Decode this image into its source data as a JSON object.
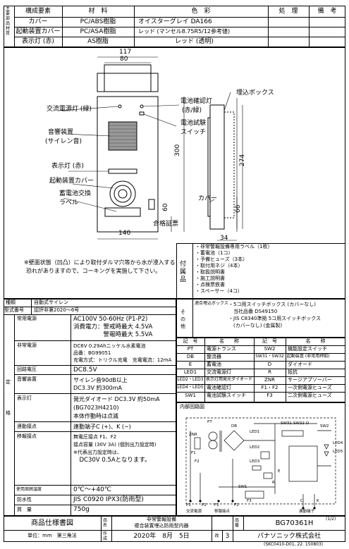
{
  "side_label": "主要部品材質",
  "materials": {
    "headers": [
      "構成要素",
      "材　料",
      "色　彩",
      "処　理",
      "備　考"
    ],
    "rows": [
      {
        "part": "カバー",
        "material": "PC/ABS樹脂",
        "color": "オイスターグレイ DA166"
      },
      {
        "part": "起動装置カバー",
        "material": "PC/ASA樹脂",
        "color": "レッド (マンセル8.75R5/12参考値)"
      },
      {
        "part": "表示灯 (赤)",
        "material": "AS樹脂",
        "color": "レッド (透明)"
      }
    ]
  },
  "drawing": {
    "dims": {
      "d117": "117",
      "d80": "80",
      "d300": "300",
      "d140": "140",
      "d60": "60",
      "d274": "274",
      "d66": "66",
      "d34": "34"
    },
    "labels": {
      "ac_lamp": "交流電源灯 (緑)",
      "speaker_1": "音響装置",
      "speaker_2": "(サイレン音)",
      "indicator": "表示灯 (赤)",
      "start_cover": "起動装置カバー",
      "battery_label_1": "蓄電池交換",
      "battery_label_2": "ラベル",
      "cert": "合格証票",
      "batt_check_1": "電池確認灯",
      "batt_check_2": "(赤/緑)",
      "batt_test_1": "電池試験",
      "batt_test_2": "スイッチ",
      "embed_box": "埋込ボックス",
      "cover": "カバー"
    },
    "note_1": "※壁面状態（凹凸）により取付ダルマ穴等から水が浸入する",
    "note_2": "恐れがありますので、コーキングを実施して下さい。"
  },
  "accessories": {
    "title": "付属品",
    "items": [
      "非常警報設備専用ラベル（1枚）",
      "蓄電池（1コ）",
      "予備ヒューズ（3本）",
      "取付用ネジ（4本）",
      "取扱説明書",
      "施工説明書",
      "点検票鉄書",
      "スペーサー（4コ）"
    ]
  },
  "spec": {
    "type_label": "種類",
    "type_value": "自動式サイレン",
    "cert_label": "型式番号",
    "cert_value": "認評非第2020～6号",
    "side": "定　格",
    "rows": [
      {
        "label": "常用電源",
        "lines": [
          "AC100V 50-60Hz (P1-P2)",
          "消費電力：警戒時最大 4.5VA",
          "　　　　　警報時最大 5.5VA"
        ]
      },
      {
        "label": "非常電源",
        "lines": [
          "DC6V 0.29Ahニッケル水素電池",
          "品番：BG99051",
          "充電方式：トリクル充電　充電電流：12mA"
        ]
      },
      {
        "label": "回路電圧",
        "lines": [
          "DC8.5V"
        ]
      },
      {
        "label": "音響装置",
        "lines": [
          "サイレン音90dB以上",
          "DC3.3V 約300mA"
        ]
      },
      {
        "label": "表示灯",
        "lines": [
          "発光ダイオード DC3.3V 約50mA",
          "(BG7023H4210)",
          "本体作動時は点滅"
        ]
      },
      {
        "label": "連動接点",
        "lines": [
          "連動端子C (+)、K (−)"
        ]
      },
      {
        "label": "移報接点",
        "lines": [
          "無電圧接点 F1、F2",
          "接点容量 (30V 3A) (個別出力設定時)",
          "※代表出力設定時は、",
          "　DC30V 0.5Aとなります。"
        ]
      },
      {
        "label": "使用周囲温度",
        "lines": [
          "0℃～+40℃"
        ]
      },
      {
        "label": "防水性",
        "lines": [
          "JIS C0920 IPX3(防雨型)"
        ]
      },
      {
        "label": "質　量",
        "lines": [
          "750g"
        ]
      }
    ]
  },
  "other": {
    "label": "その他",
    "box_label": "適合埋込ボックス",
    "lines": [
      "・5コ用スイッチボックス (カバーなし)",
      "　当社品番 DS49150",
      "・JIS C8340準拠 5コ用スイッチボックス",
      "　(カバーなし) (金属製)"
    ]
  },
  "symbols": {
    "headers": [
      "記　号",
      "名　　称",
      "記　号",
      "名　　称"
    ],
    "rows": [
      [
        "PT",
        "電源トランス",
        "SW2",
        "機能設定スイッチ"
      ],
      [
        "DB",
        "整流器",
        "SW31・SW32",
        "起動装置 (非常用押釦)"
      ],
      [
        "E",
        "蓄電池",
        "D",
        "ダイオード"
      ],
      [
        "LED1",
        "交流電源灯",
        "R",
        "抵抗"
      ],
      [
        "LED2・LED3",
        "表示灯用発光ダイオード",
        "ZNR",
        "サージアブソーバー"
      ],
      [
        "LED4・LED5",
        "電池確認灯",
        "F1・F2",
        "一次側電源ヒューズ"
      ],
      [
        "SW1",
        "電池試験スイッチ",
        "F3",
        "二次側電源ヒューズ"
      ]
    ]
  },
  "circuit": {
    "title": "内部回路図",
    "labels": [
      "PT",
      "DB",
      "ZNR",
      "F1",
      "F2",
      "LED1",
      "LED2",
      "LED3",
      "LED4",
      "LED5",
      "SW31",
      "SW32",
      "SW2",
      "SW1",
      "D",
      "R",
      "E",
      "F3",
      "C",
      "K",
      "P1",
      "P2",
      "F1",
      "F2"
    ],
    "bottom_labels": [
      "交流電源",
      "連動端子",
      "移報接点"
    ]
  },
  "title_block": {
    "doc_type": "商品仕様書図",
    "name_label": "品名",
    "name_1": "非常警報設備",
    "name_2": "複合装置埋込防雨型内器",
    "number_label": "品番",
    "number": "BG70361H",
    "page": "(1/2)",
    "unit": "単位：mm　第三角法",
    "date_label": "作成",
    "date": "2020年　8月　5日",
    "rev_label": "改",
    "rev": "3",
    "company": "パナソニック株式会社",
    "code": "(SKC0410-D01, 22. 150803)"
  }
}
